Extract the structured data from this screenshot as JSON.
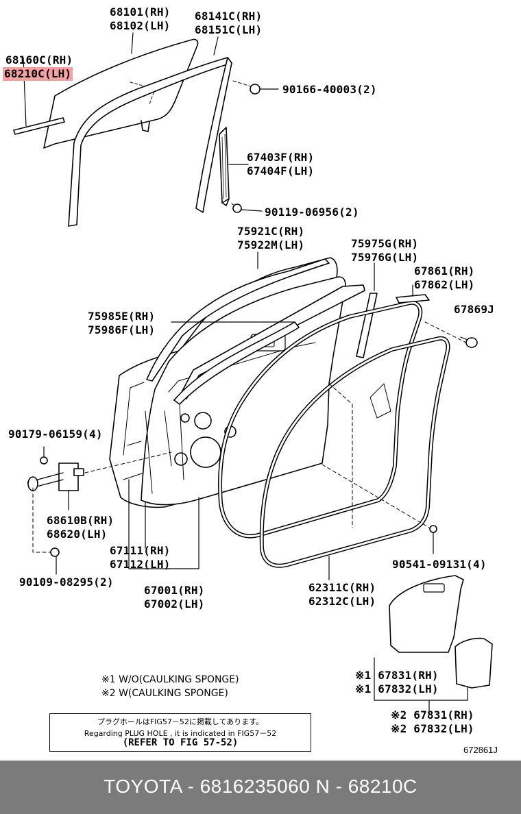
{
  "labels": {
    "p68101": "68101(RH)",
    "p68102": "68102(LH)",
    "p68141": "68141C(RH)",
    "p68151": "68151C(LH)",
    "p68160": "68160C(RH)",
    "p68210": "68210C(LH)",
    "p90166": "90166-40003(2)",
    "p67403": "67403F(RH)",
    "p67404": "67404F(LH)",
    "p90119": "90119-06956(2)",
    "p75921": "75921C(RH)",
    "p75922": "75922M(LH)",
    "p75975": "75975G(RH)",
    "p75976": "75976G(LH)",
    "p67861": "67861(RH)",
    "p67862": "67862(LH)",
    "p67869": "67869J",
    "p75985": "75985E(RH)",
    "p75986": "75986F(LH)",
    "p90179": "90179-06159(4)",
    "p68610": "68610B(RH)",
    "p68620": "68620(LH)",
    "p67111": "67111(RH)",
    "p67112": "67112(LH)",
    "p90541": "90541-09131(4)",
    "p90109": "90109-08295(2)",
    "p67001": "67001(RH)",
    "p67002": "67002(LH)",
    "p62311": "62311C(RH)",
    "p62312": "62312C(LH)",
    "p67831a": "※1 67831(RH)",
    "p67832a": "※1 67832(LH)",
    "p67831b": "※2 67831(RH)",
    "p67832b": "※2 67832(LH)"
  },
  "notes": {
    "n1": "※1 W/O(CAULKING SPONGE)",
    "n2": "※2 W(CAULKING SPONGE)"
  },
  "notice": {
    "line1": "プラグホールはFIG57－52に掲載してあります。",
    "line2": "Regarding PLUG HOLE , it is indicated in FIG57－52",
    "line3": "(REFER TO FIG 57-52)"
  },
  "figure_code": "672861J",
  "footer": {
    "text": "TOYOTA - 6816235060     N - 68210C"
  },
  "colors": {
    "highlight": "#f3a1a1",
    "footer_bg": "#7b7b7b",
    "footer_text": "#ffffff"
  }
}
